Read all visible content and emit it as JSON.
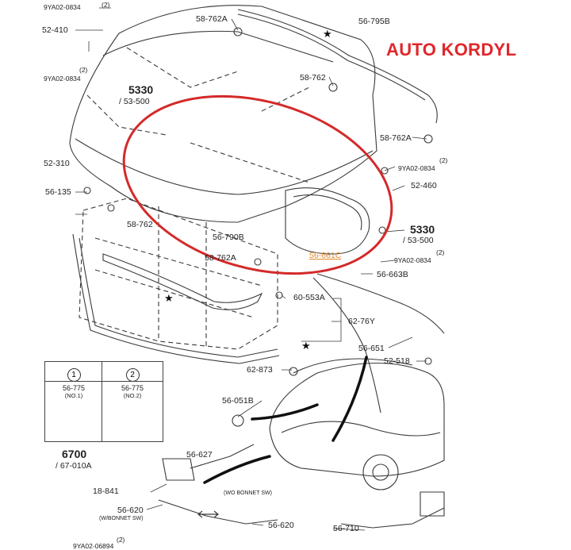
{
  "brand": "AUTO KORDYL",
  "callouts": [
    {
      "id": "c1",
      "text": "9YA02-0834"
    },
    {
      "id": "c2",
      "text": "52-410"
    },
    {
      "id": "c3",
      "text": "(2)"
    },
    {
      "id": "c4",
      "text": "9YA02-0834"
    },
    {
      "id": "c5",
      "text": "5330"
    },
    {
      "id": "c6",
      "text": "/ 53-500"
    },
    {
      "id": "c7",
      "text": "52-310"
    },
    {
      "id": "c8",
      "text": "56-135"
    },
    {
      "id": "c9",
      "text": "58-762A"
    },
    {
      "id": "c10",
      "text": "56-795B"
    },
    {
      "id": "c11",
      "text": "58-762"
    },
    {
      "id": "c12",
      "text": "58-762A"
    },
    {
      "id": "c13",
      "text": "(2)"
    },
    {
      "id": "c14",
      "text": "9YA02-0834"
    },
    {
      "id": "c15",
      "text": "52-460"
    },
    {
      "id": "c16",
      "text": "5330"
    },
    {
      "id": "c17",
      "text": "/ 53-500"
    },
    {
      "id": "c18",
      "text": "(2)"
    },
    {
      "id": "c19",
      "text": "9YA02-0834"
    },
    {
      "id": "c20",
      "text": "56-663B"
    },
    {
      "id": "c21",
      "text": "56-661C"
    },
    {
      "id": "c22",
      "text": "58-762"
    },
    {
      "id": "c23",
      "text": "56-790B"
    },
    {
      "id": "c24",
      "text": "58-762A"
    },
    {
      "id": "c25",
      "text": "60-553A"
    },
    {
      "id": "c26",
      "text": "62-76Y"
    },
    {
      "id": "c27",
      "text": "56-651"
    },
    {
      "id": "c28",
      "text": "52-518"
    },
    {
      "id": "c29",
      "text": "62-873"
    },
    {
      "id": "c30",
      "text": "56-051B"
    },
    {
      "id": "c31",
      "text": "6700"
    },
    {
      "id": "c32",
      "text": "/ 67-010A"
    },
    {
      "id": "c33",
      "text": "56-627"
    },
    {
      "id": "c34",
      "text": "18-841"
    },
    {
      "id": "c35",
      "text": "56-620"
    },
    {
      "id": "c36",
      "text": "(W/BONNET SW)"
    },
    {
      "id": "c37",
      "text": "(WO BONNET SW)"
    },
    {
      "id": "c38",
      "text": "56-620"
    },
    {
      "id": "c39",
      "text": "56-710"
    },
    {
      "id": "c40",
      "text": "(2)"
    },
    {
      "id": "c41",
      "text": "9YA02-06894"
    },
    {
      "id": "c42",
      "text": "(2)"
    }
  ],
  "insets": [
    {
      "number": "1",
      "part": "56-775",
      "note": "(NO.1)"
    },
    {
      "number": "2",
      "part": "56-775",
      "note": "(NO.2)"
    }
  ],
  "stars": [
    "★",
    "★",
    "★"
  ],
  "highlight_color": "#d42a2a",
  "brand_color": "#e0272b"
}
